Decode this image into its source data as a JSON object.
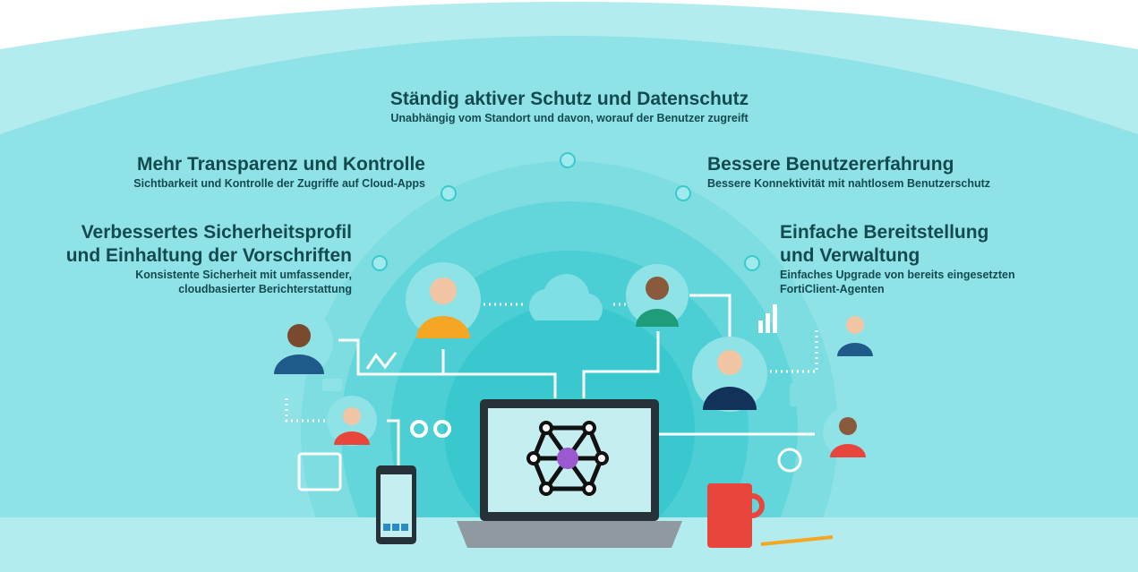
{
  "benefits": [
    {
      "title": "Ständig aktiver Schutz und Datenschutz",
      "subtitle": "Unabhängig vom Standort und davon, worauf der Benutzer zugreift"
    },
    {
      "title": "Mehr Transparenz und Kontrolle",
      "subtitle": "Sichtbarkeit und Kontrolle der Zugriffe auf Cloud-Apps"
    },
    {
      "title_line1": "Verbessertes Sicherheitsprofil",
      "title_line2": "und Einhaltung der Vorschriften",
      "subtitle_line1": "Konsistente Sicherheit mit umfassender,",
      "subtitle_line2": "cloudbasierter Berichterstattung"
    },
    {
      "title": "Bessere Benutzererfahrung",
      "subtitle": "Bessere Konnektivität mit nahtlosem Benutzerschutz"
    },
    {
      "title_line1": "Einfache Bereitstellung",
      "title_line2": "und Verwaltung",
      "subtitle_line1": "Einfaches Upgrade von bereits eingesetzten",
      "subtitle_line2": "FortiClient-Agenten"
    }
  ],
  "colors": {
    "text": "#134a50",
    "outer": "#b3ecee",
    "inner": "#8fe3e6",
    "ring1": "#6fdadf",
    "ring2": "#4fd0d6",
    "ring3": "#35c8cf",
    "accent": "#9b59d0"
  }
}
